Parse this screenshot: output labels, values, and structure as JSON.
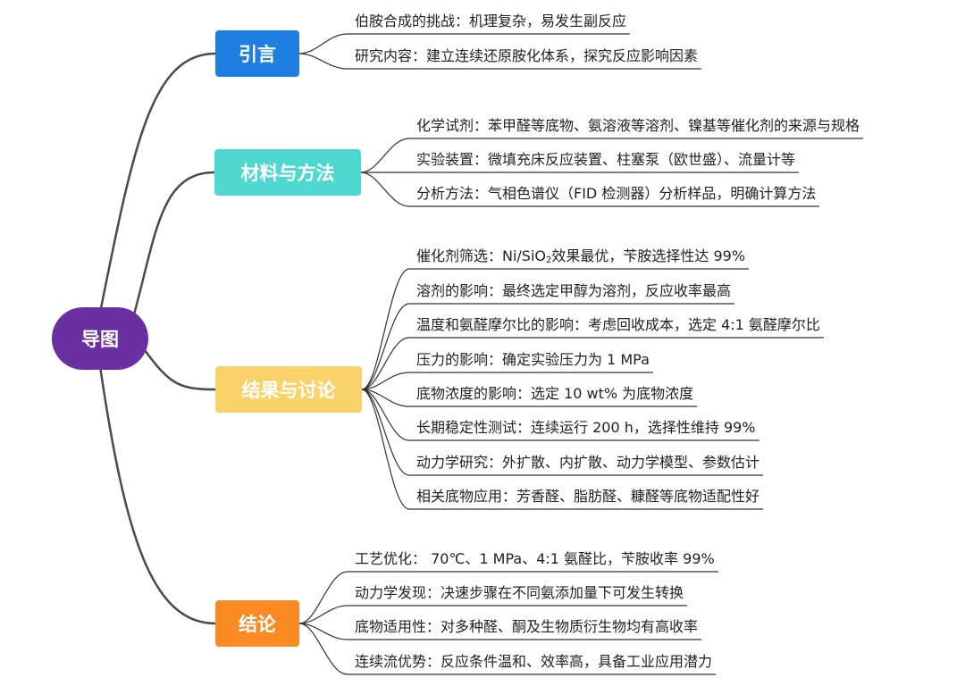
{
  "root": {
    "label": "导图"
  },
  "colors": {
    "root": "#6a2fa1",
    "line": "#4a4a4a",
    "leaf_line": "#333333"
  },
  "branches": [
    {
      "label": "引言",
      "color": "#1e7fe0",
      "items": [
        "伯胺合成的挑战：机理复杂，易发生副反应",
        "研究内容：建立连续还原胺化体系，探究反应影响因素"
      ]
    },
    {
      "label": "材料与方法",
      "color": "#4fd8cf",
      "items": [
        "化学试剂：苯甲醛等底物、氨溶液等溶剂、镍基等催化剂的来源与规格",
        "实验装置：微填充床反应装置、柱塞泵（欧世盛）、流量计等",
        "分析方法：气相色谱仪（FID 检测器）分析样品，明确计算方法"
      ]
    },
    {
      "label": "结果与讨论",
      "color": "#f9d26a",
      "items": [
        "催化剂筛选：Ni/SiO2效果最优，苄胺选择性达 99%",
        "溶剂的影响：最终选定甲醇为溶剂，反应收率最高",
        "温度和氨醛摩尔比的影响：考虑回收成本，选定 4:1 氨醛摩尔比",
        "压力的影响：确定实验压力为 1 MPa",
        "底物浓度的影响：选定 10 wt% 为底物浓度",
        "长期稳定性测试：连续运行 200 h，选择性维持 99%",
        "动力学研究：外扩散、内扩散、动力学模型、参数估计",
        "相关底物应用：芳香醛、脂肪醛、糠醛等底物适配性好"
      ]
    },
    {
      "label": "结论",
      "color": "#fa8a22",
      "items": [
        "工艺优化： 70℃、1 MPa、4:1 氨醛比，苄胺收率 99%",
        "动力学发现：决速步骤在不同氨添加量下可发生转换",
        "底物适用性：对多种醛、酮及生物质衍生物均有高收率",
        "连续流优势：反应条件温和、效率高，具备工业应用潜力"
      ]
    }
  ]
}
